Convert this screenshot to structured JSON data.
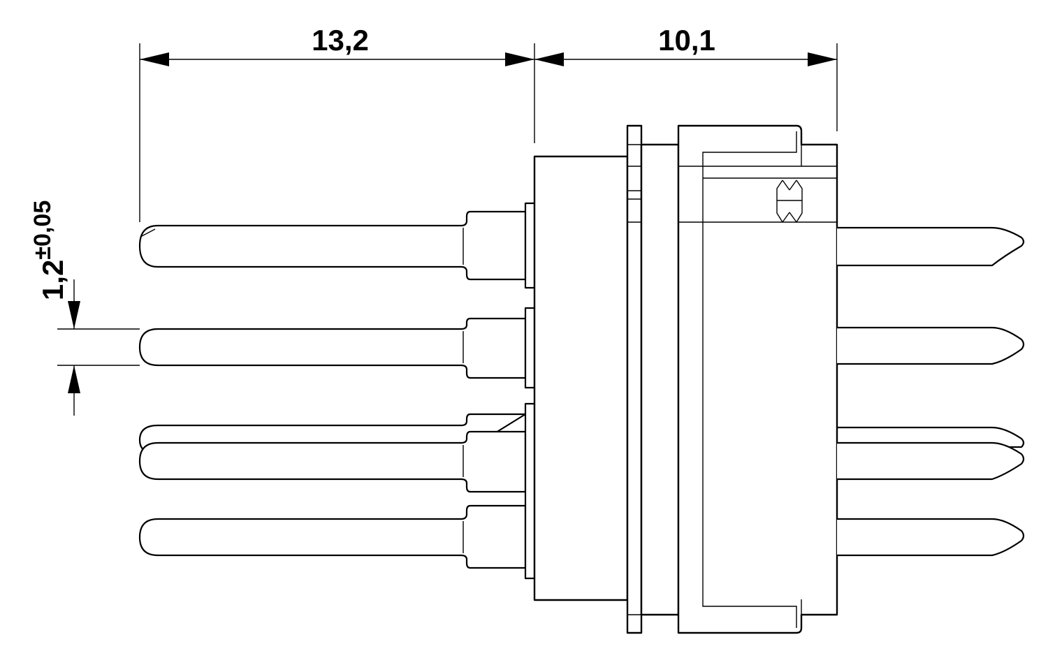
{
  "drawing": {
    "dimension_top_left": "13,2",
    "dimension_top_right": "10,1",
    "pin_diameter_value": "1,2",
    "pin_diameter_tolerance": "±0,05"
  },
  "colors": {
    "line": "#000000",
    "background": "#ffffff"
  }
}
